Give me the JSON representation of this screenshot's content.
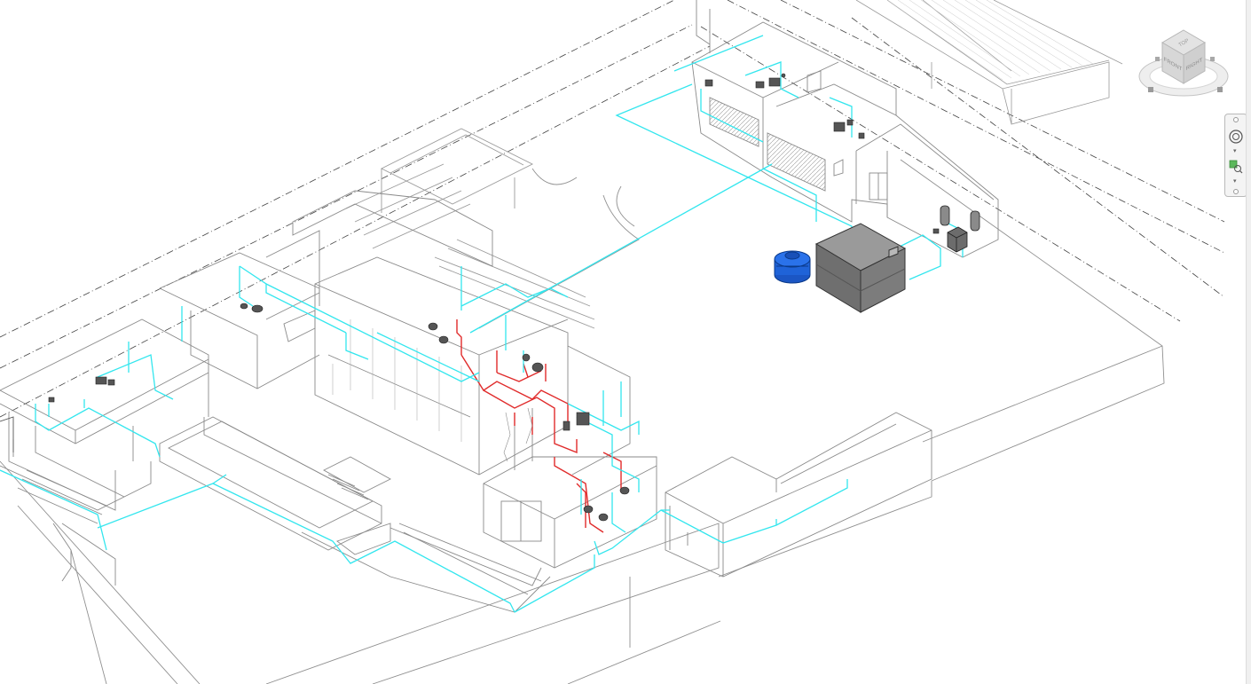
{
  "app": {
    "view": "3D"
  },
  "viewcube": {
    "faces": {
      "top": "TOP",
      "front": "FRONT",
      "right": "RIGHT"
    }
  },
  "navigation_bar": {
    "items": [
      {
        "name": "full-navigation-wheel"
      },
      {
        "name": "zoom-region"
      }
    ]
  },
  "colors": {
    "pipe_cold": "#33e6ee",
    "pipe_hot": "#e02b2b",
    "model_lines": "#8a8a8a",
    "annotation_lines": "#444444",
    "tank": "#1f63d8",
    "equipment_box": "#707070"
  }
}
